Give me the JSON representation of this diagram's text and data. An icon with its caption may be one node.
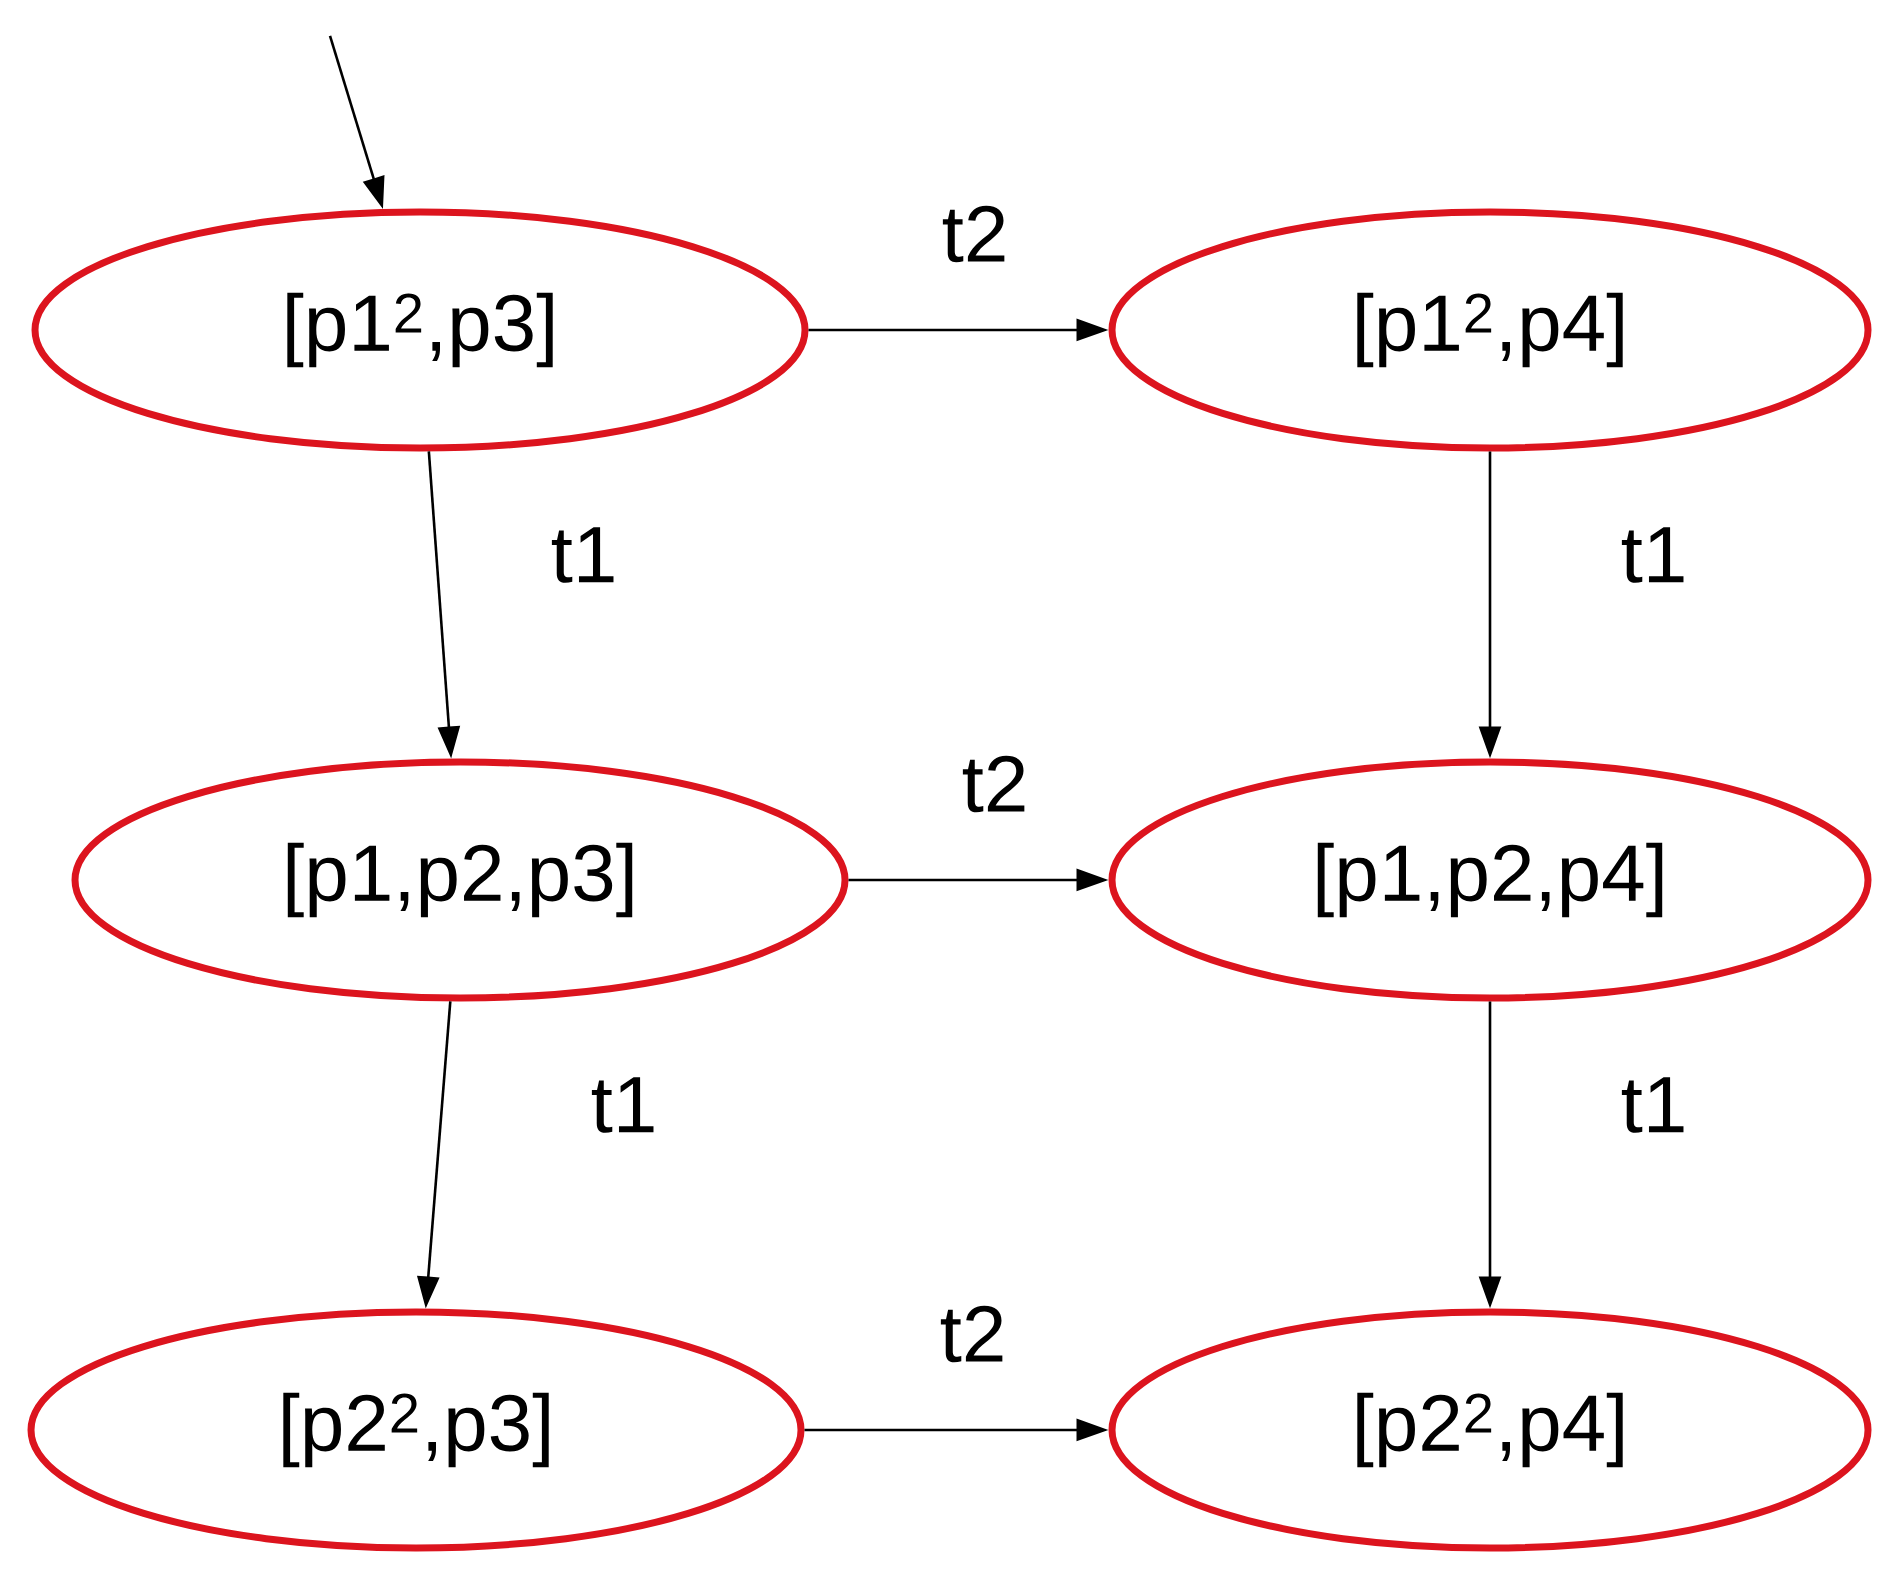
{
  "diagram": {
    "nodes": [
      {
        "text": [
          "[p1$^{2}$,p3]"
        ]
      },
      {
        "text": [
          "[p1$^{2}$,p4]"
        ]
      },
      {
        "text": [
          "[p1,p2,p3]"
        ]
      },
      {
        "text": [
          "[p1,p2,p4]"
        ]
      },
      {
        "text": [
          "[p2$^{2}$,p3]"
        ]
      },
      {
        "text": [
          "[p2$^{2}$,p4]"
        ]
      }
    ],
    "edges": [
      {
        "from": null,
        "to": 0,
        "arrow": "to"
      },
      {
        "from": 0,
        "to": 1,
        "label": "t2",
        "arrow": "to"
      },
      {
        "from": 0,
        "to": 2,
        "label": "t1",
        "arrow": "to"
      },
      {
        "from": 1,
        "to": 3,
        "label": "t1",
        "arrow": "to"
      },
      {
        "from": 2,
        "to": 3,
        "label": "t2",
        "arrow": "to"
      },
      {
        "from": 2,
        "to": 4,
        "label": "t1",
        "arrow": "to"
      },
      {
        "from": 3,
        "to": 5,
        "label": "t1",
        "arrow": "to"
      },
      {
        "from": 4,
        "to": 5,
        "label": "t2",
        "arrow": "to"
      }
    ]
  }
}
